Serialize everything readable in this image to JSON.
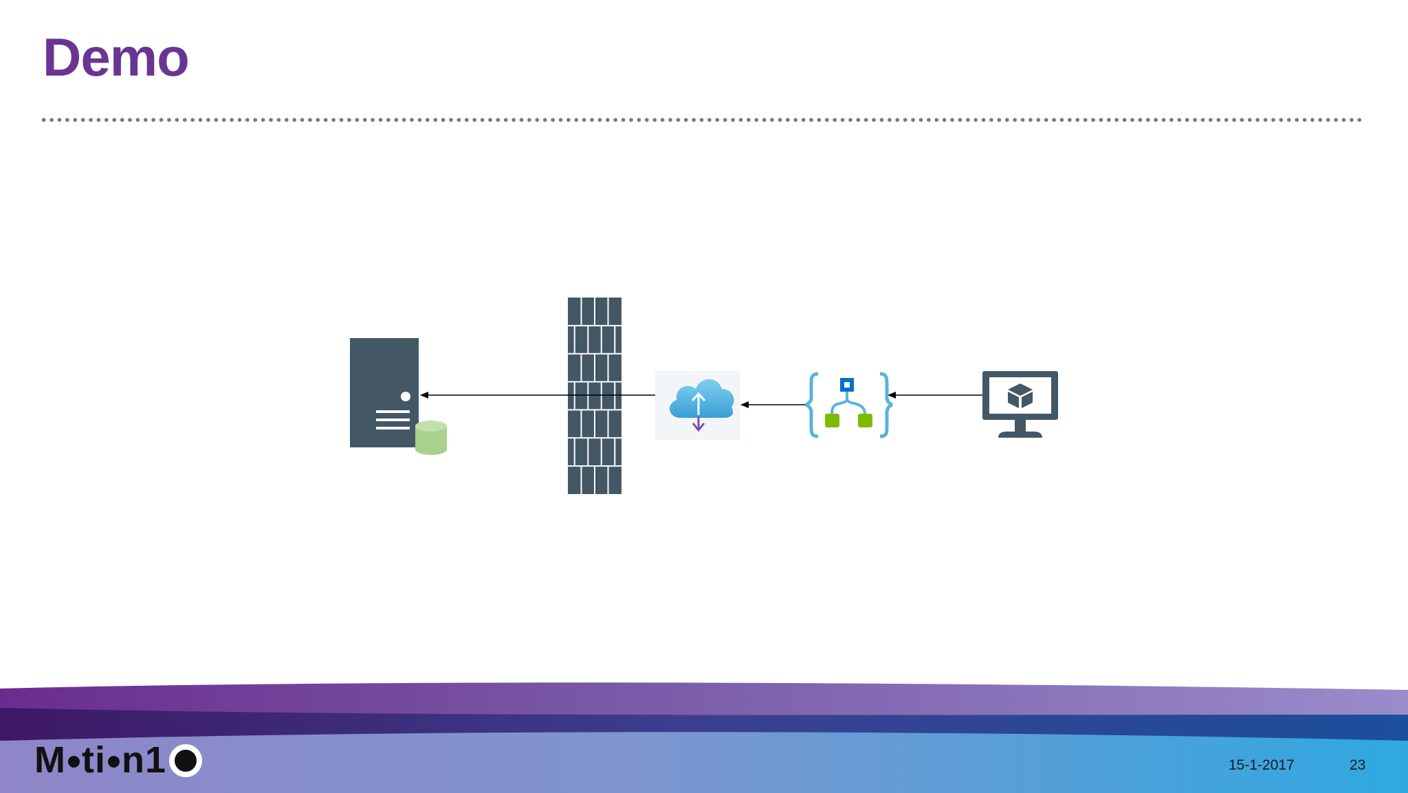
{
  "slide": {
    "title": "Demo",
    "date": "15-1-2017",
    "page_number": "23"
  },
  "brand": {
    "logo_text_left": "M",
    "logo_text_mid1": "ti",
    "logo_text_mid2": "n1",
    "accent_color": "#6a3592"
  },
  "diagram": {
    "nodes": [
      {
        "id": "server",
        "icon": "server-database-icon"
      },
      {
        "id": "firewall",
        "icon": "firewall-icon"
      },
      {
        "id": "cloud",
        "icon": "cloud-upload-icon"
      },
      {
        "id": "logic-app",
        "icon": "logic-app-icon"
      },
      {
        "id": "client",
        "icon": "monitor-cube-icon"
      }
    ],
    "edges": [
      {
        "from": "client",
        "to": "logic-app"
      },
      {
        "from": "logic-app",
        "to": "cloud"
      },
      {
        "from": "cloud",
        "to": "server"
      }
    ],
    "colors": {
      "slate": "#435765",
      "db_green": "#a9d18e",
      "cloud_blue": "#4bb3e0",
      "arrow_purple": "#7f4ea8",
      "bracket_blue": "#59b4d9",
      "node_blue": "#0072c6",
      "node_green": "#7fba00"
    }
  }
}
